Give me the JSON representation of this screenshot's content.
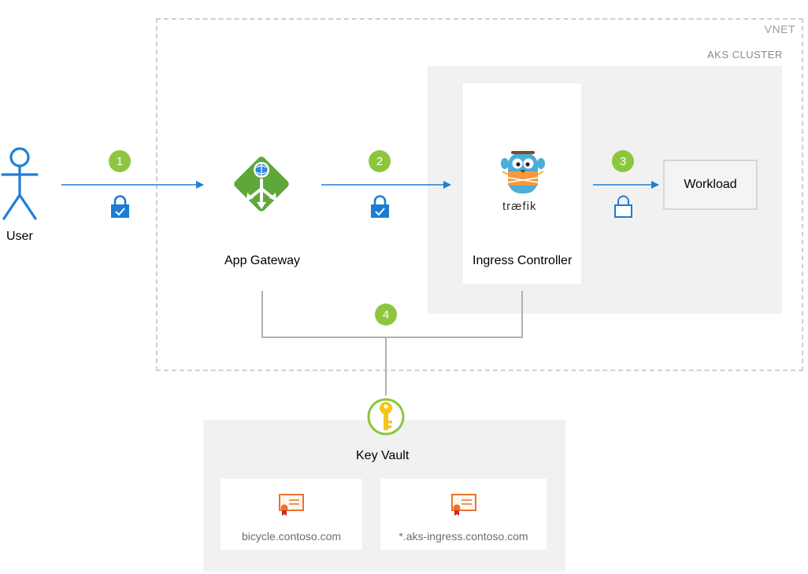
{
  "containers": {
    "vnet_label": "VNET",
    "aks_label": "AKS CLUSTER"
  },
  "nodes": {
    "user": "User",
    "app_gateway": "App Gateway",
    "ingress_controller": "Ingress Controller",
    "traefik_wordmark": "træfik",
    "workload": "Workload",
    "key_vault": "Key Vault"
  },
  "steps": [
    "1",
    "2",
    "3",
    "4"
  ],
  "certificates": [
    "bicycle.contoso.com",
    "*.aks-ingress.contoso.com"
  ],
  "icons": {
    "user": "user-icon",
    "gateway": "app-gateway-icon",
    "traefik": "traefik-logo-icon",
    "lock_tls": "lock-check-icon",
    "lock_plain": "lock-icon",
    "key": "key-icon",
    "cert": "certificate-icon"
  },
  "colors": {
    "arrow": "#1e7fd6",
    "badge": "#8cc63e",
    "gateway": "#5ea83a",
    "lock": "#1c7cd5",
    "cert": "#e8742a"
  }
}
